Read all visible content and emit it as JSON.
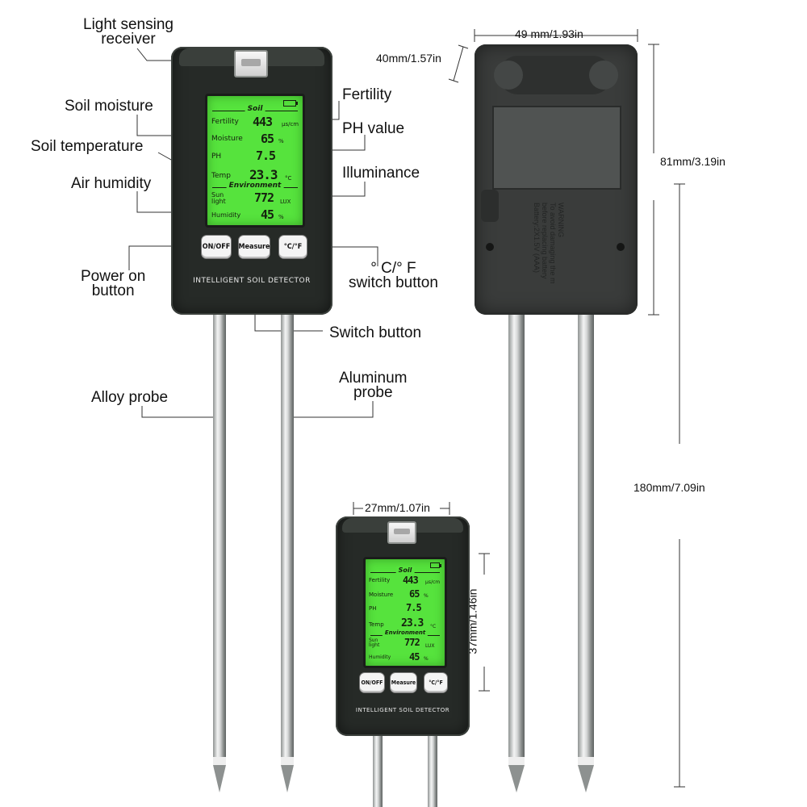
{
  "callouts": {
    "light_sensing_receiver": "Light sensing\nreceiver",
    "soil_moisture": "Soil moisture",
    "soil_temperature": "Soil temperature",
    "air_humidity": "Air humidity",
    "fertility": "Fertility",
    "ph_value": "PH value",
    "illuminance": "Illuminance",
    "power_on_button": "Power on\nbutton",
    "cf_switch_button": "° C/° F\nswitch button",
    "switch_button": "Switch button",
    "alloy_probe": "Alloy probe",
    "aluminum_probe": "Aluminum\nprobe"
  },
  "lcd": {
    "soil_header": "Soil",
    "environment_header": "Environment",
    "fertility_label": "Fertility",
    "fertility_value": "443",
    "fertility_unit": "μs/cm",
    "moisture_label": "Moisture",
    "moisture_value": "65",
    "moisture_unit": "%",
    "ph_label": "PH",
    "ph_value": "7.5",
    "temp_label": "Temp",
    "temp_value": "23.3",
    "temp_unit": "°C",
    "sunlight_label": "Sun\nlight",
    "sunlight_value": "772",
    "sunlight_unit": "LUX",
    "humidity_label": "Humidity",
    "humidity_value": "45",
    "humidity_unit": "%"
  },
  "buttons": {
    "on_off": "ON/OFF",
    "measure": "Measure",
    "cf": "°C/°F"
  },
  "brand_text": "INTELLIGENT SOIL DETECTOR",
  "back_warning": "WARNING\nTo avoid damaging the m\nbefore replacing battery\nBattery:2X1.5V (AAA)",
  "dimensions": {
    "width_back": "49 mm/1.93in",
    "depth_back": "40mm/1.57in",
    "height_body": "81mm/3.19in",
    "probe_length": "180mm/7.09in",
    "width_screen": "27mm/1.07in",
    "height_screen": "37mm/1.46in"
  },
  "colors": {
    "lcd_green": "#56e33d",
    "device_body": "#262a27",
    "back_body": "#3a3c3b"
  }
}
